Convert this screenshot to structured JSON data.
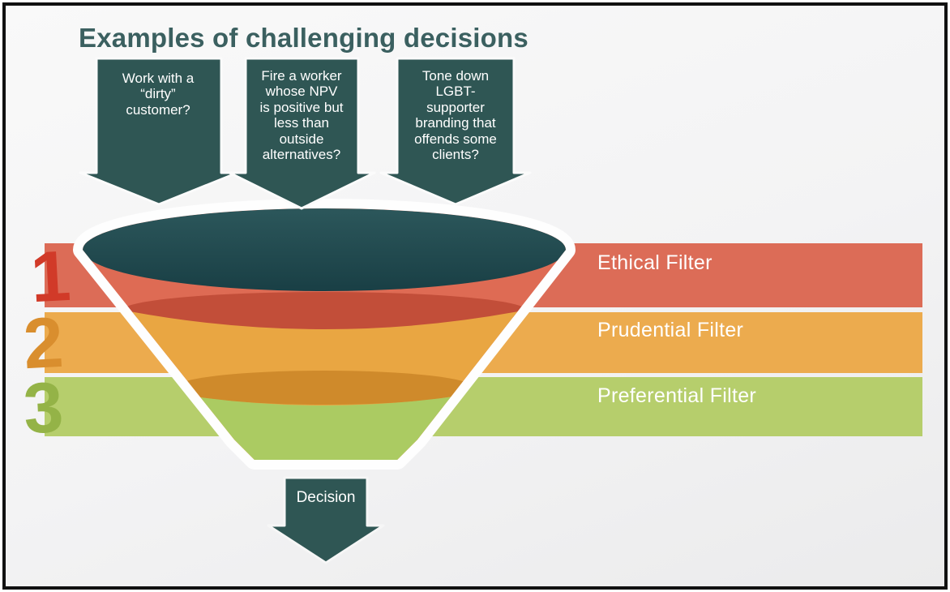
{
  "slide": {
    "title": "Examples of challenging decisions",
    "challenge_arrows": [
      {
        "label": "Work with a\n“dirty”\ncustomer?"
      },
      {
        "label": "Fire a worker\nwhose NPV\nis positive but\nless than\noutside\nalternatives?"
      },
      {
        "label": "Tone down\nLGBT-\nsupporter\nbranding  that\noffends some\nclients?"
      }
    ],
    "filters": [
      {
        "number": "1",
        "label": "Ethical Filter",
        "band_color": "#DC6C57",
        "number_color": "#D13A28"
      },
      {
        "number": "2",
        "label": "Prudential Filter",
        "band_color": "#ECAB4E",
        "number_color": "#D98E2E"
      },
      {
        "number": "3",
        "label": "Preferential Filter",
        "band_color": "#B6CE6C",
        "number_color": "#94B347"
      }
    ],
    "outcome": {
      "label": "Decision"
    },
    "colors": {
      "arrow_teal": "#2F5654",
      "funnel_opening_teal": "#21474C",
      "funnel_red": "#DE6B54",
      "funnel_red_shade": "#C24E39",
      "funnel_orange": "#E9A642",
      "funnel_orange_shade": "#CF8A2B",
      "funnel_green": "#ABCB62",
      "title_text": "#3B6060"
    }
  }
}
